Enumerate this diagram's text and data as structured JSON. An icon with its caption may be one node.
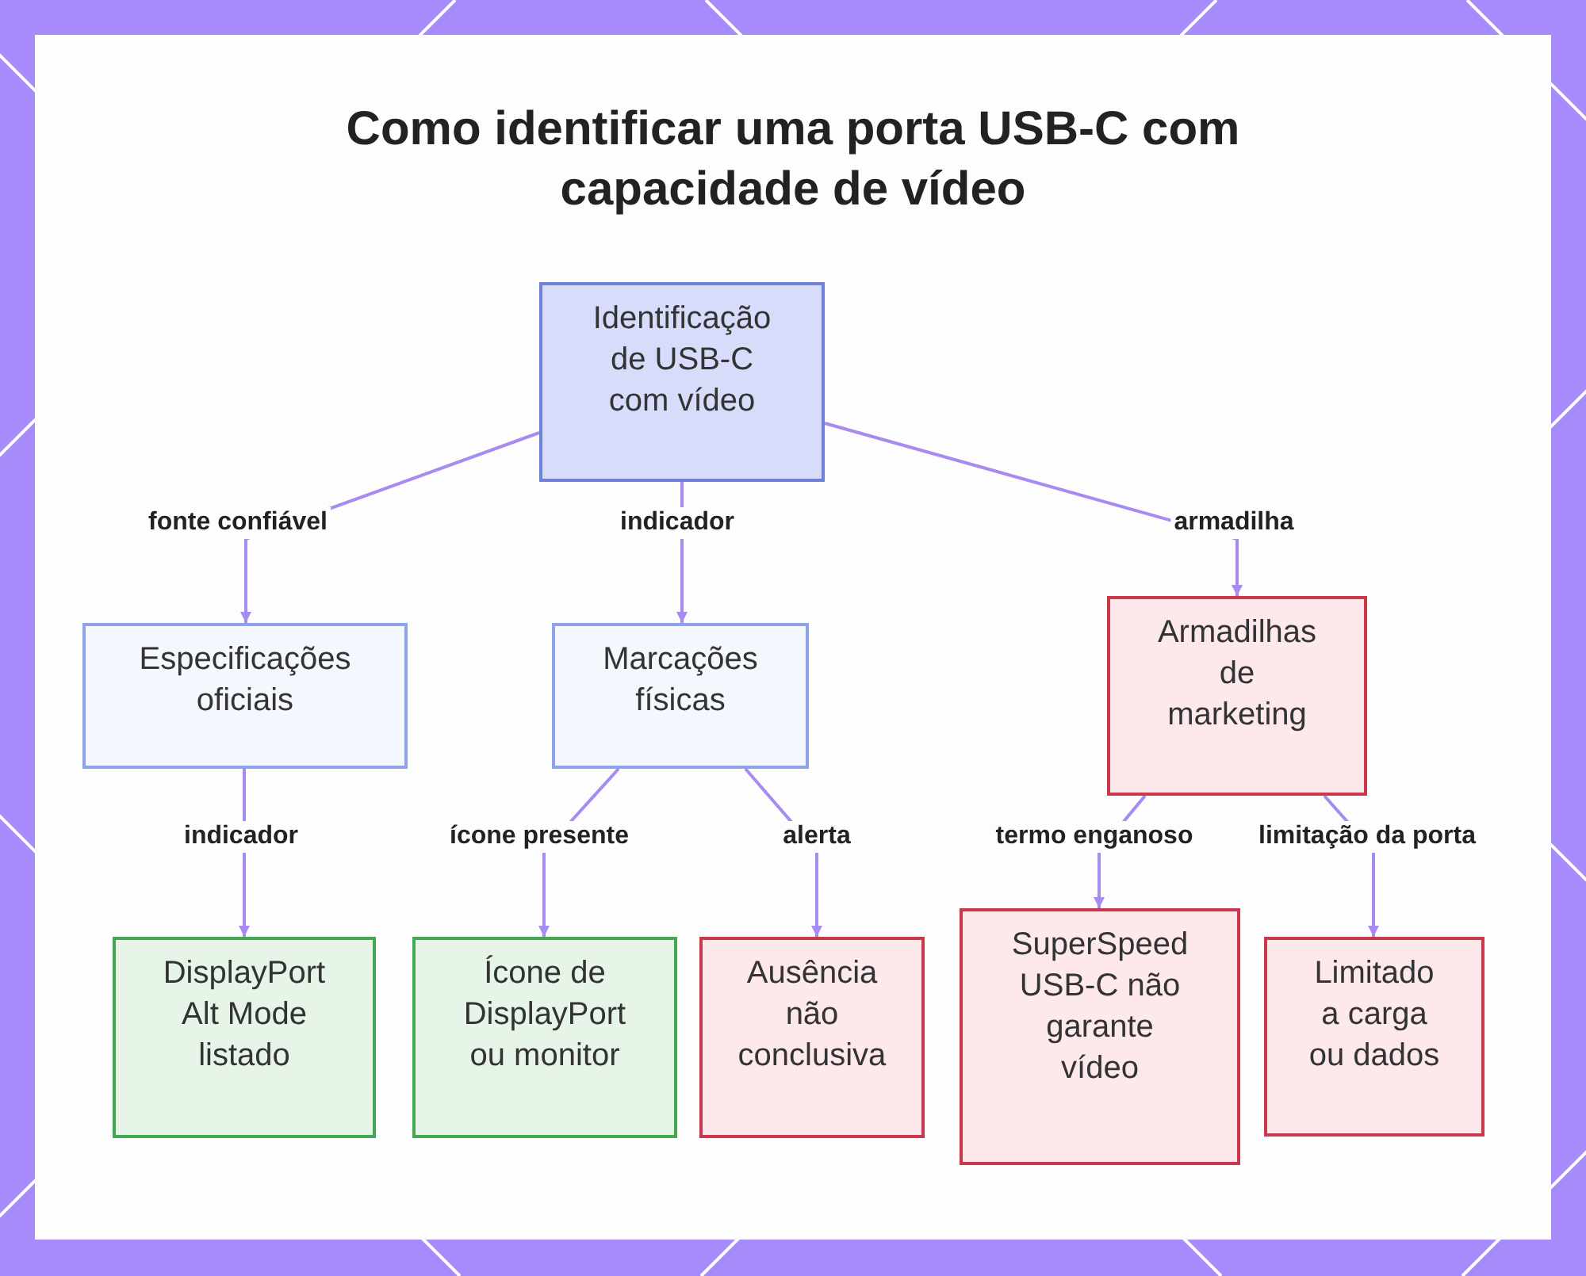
{
  "diagram": {
    "title": "Como identificar uma porta USB-C com capacidade de vídeo",
    "nodes": [
      {
        "text": [
          "Identificação de USB-C com vídeo"
        ]
      },
      {
        "text": [
          "Especificações oficiais"
        ]
      },
      {
        "text": [
          "Marcações físicas"
        ]
      },
      {
        "text": [
          "Armadilhas de marketing"
        ]
      },
      {
        "text": [
          "DisplayPort Alt Mode listado"
        ]
      },
      {
        "text": [
          "Ícone de DisplayPort ou monitor"
        ]
      },
      {
        "text": [
          "Ausência não conclusiva"
        ]
      },
      {
        "text": [
          "SuperSpeed USB-C não garante vídeo"
        ]
      },
      {
        "text": [
          "Limitado a carga ou dados"
        ]
      }
    ],
    "edges": [
      {
        "from": 0,
        "to": 1,
        "arrow": "to",
        "label": "fonte confiável"
      },
      {
        "from": 0,
        "to": 2,
        "arrow": "to",
        "label": "indicador"
      },
      {
        "from": 0,
        "to": 3,
        "arrow": "to",
        "label": "armadilha"
      },
      {
        "from": 1,
        "to": 4,
        "arrow": "to",
        "label": "indicador"
      },
      {
        "from": 2,
        "to": 5,
        "arrow": "to",
        "label": "ícone presente"
      },
      {
        "from": 2,
        "to": 6,
        "arrow": "to",
        "label": "alerta"
      },
      {
        "from": 3,
        "to": 7,
        "arrow": "to",
        "label": "termo enganoso"
      },
      {
        "from": 3,
        "to": 8,
        "arrow": "to",
        "label": "limitação da porta"
      }
    ]
  }
}
